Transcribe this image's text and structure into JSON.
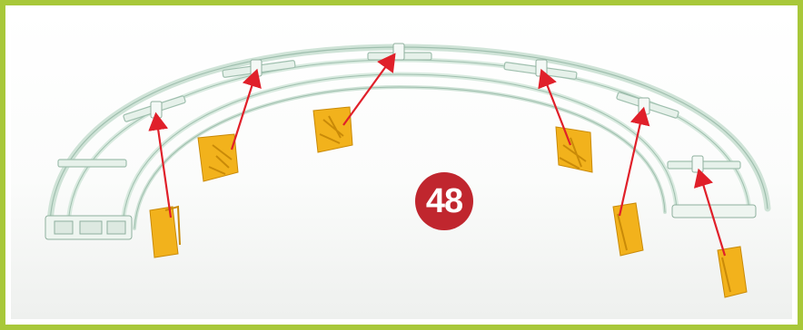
{
  "step": {
    "number": "48"
  },
  "colors": {
    "frame": "#a8c83a",
    "rail": "#cfe3d7",
    "rail_edge": "#9fbfae",
    "bracket": "#f2b21c",
    "bracket_shadow": "#c98a08",
    "arrow": "#e0202a",
    "badge": "#c0262e"
  },
  "diagram": {
    "parts": [
      {
        "name": "track-arch",
        "icon": "curved-rail-frame"
      },
      {
        "name": "corner-bracket",
        "count": 6,
        "icon": "yellow-angle-bracket"
      }
    ]
  }
}
